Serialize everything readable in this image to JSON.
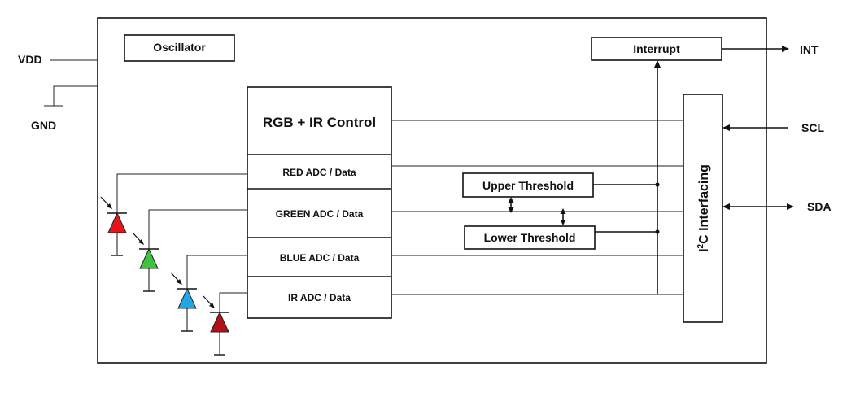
{
  "blocks": {
    "oscillator": "Oscillator",
    "interrupt": "Interrupt",
    "control": "RGB + IR Control",
    "red_adc": "RED ADC / Data",
    "green_adc": "GREEN ADC / Data",
    "blue_adc": "BLUE ADC / Data",
    "ir_adc": "IR ADC / Data",
    "upper_threshold": "Upper Threshold",
    "lower_threshold": "Lower Threshold",
    "i2c_prefix": "I",
    "i2c_super": "2",
    "i2c_suffix": "C Interfacing"
  },
  "pins": {
    "vdd": "VDD",
    "gnd": "GND",
    "int": "INT",
    "scl": "SCL",
    "sda": "SDA"
  },
  "colors": {
    "red_diode": "#e8141b",
    "green_diode": "#3cc43c",
    "blue_diode": "#23a6e8",
    "ir_diode": "#b0121a"
  }
}
